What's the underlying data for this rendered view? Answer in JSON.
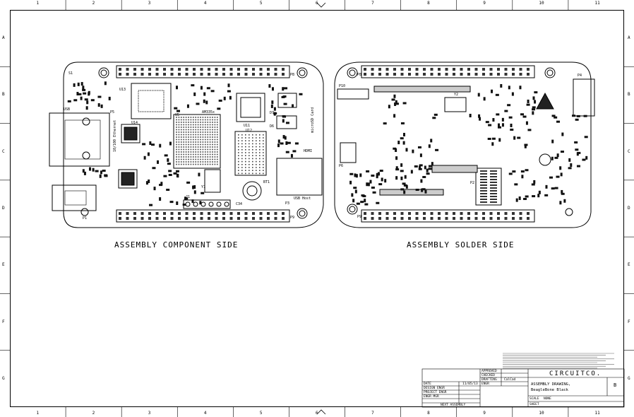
{
  "zones": {
    "columns": [
      "1",
      "2",
      "3",
      "4",
      "5",
      "6",
      "7",
      "8",
      "9",
      "10",
      "11"
    ],
    "rows": [
      "A",
      "B",
      "C",
      "D",
      "E",
      "F",
      "G"
    ]
  },
  "captions": {
    "component_side": "ASSEMBLY COMPONENT SIDE",
    "solder_side": "ASSEMBLY SOLDER SIDE"
  },
  "component_labels": {
    "u13": "U13",
    "u5": "U5",
    "am335x": "AM335x",
    "u11": "U11",
    "u12": "U12",
    "u14": "U14",
    "p5": "P5",
    "p8": "P8",
    "p9": "P9",
    "p1": "P1",
    "p3": "P3",
    "ethernet": "10/100 Ethernet",
    "hdmi": "HDMI",
    "usb_host": "USB Host",
    "microsd": "microSD Card",
    "usb": "USB",
    "c34": "C34",
    "y1": "Y1",
    "d7": "D7",
    "d6": "D6",
    "s1": "S1",
    "j1": "J1",
    "bt1": "BT1"
  },
  "solder_labels": {
    "p4": "P4",
    "p2": "P2",
    "p10": "P10",
    "p6": "P6",
    "y2": "Y2",
    "p8": "P8",
    "p9": "P9"
  },
  "title_block": {
    "approved": "APPROVED",
    "checked": "CHECKED",
    "drafting": "DRAFTING",
    "drafting_value": "CalCad",
    "engr": "ENGR",
    "date": "DATE",
    "date_value": "11/05/13",
    "design_engr": "DESIGN ENGR",
    "project_engr": "PROJECT ENGR",
    "engr_mgr": "ENGR MGR",
    "next_assembly": "NEXT ASSEMBLY",
    "company": "CIRCUITCO.",
    "title_line1": "ASSEMBLY DRAWING,",
    "title_line2": "BeagleBone Black",
    "scale": "SCALE",
    "scale_value": "NONE",
    "sheet": "SHEET",
    "rev_letter": "B"
  }
}
